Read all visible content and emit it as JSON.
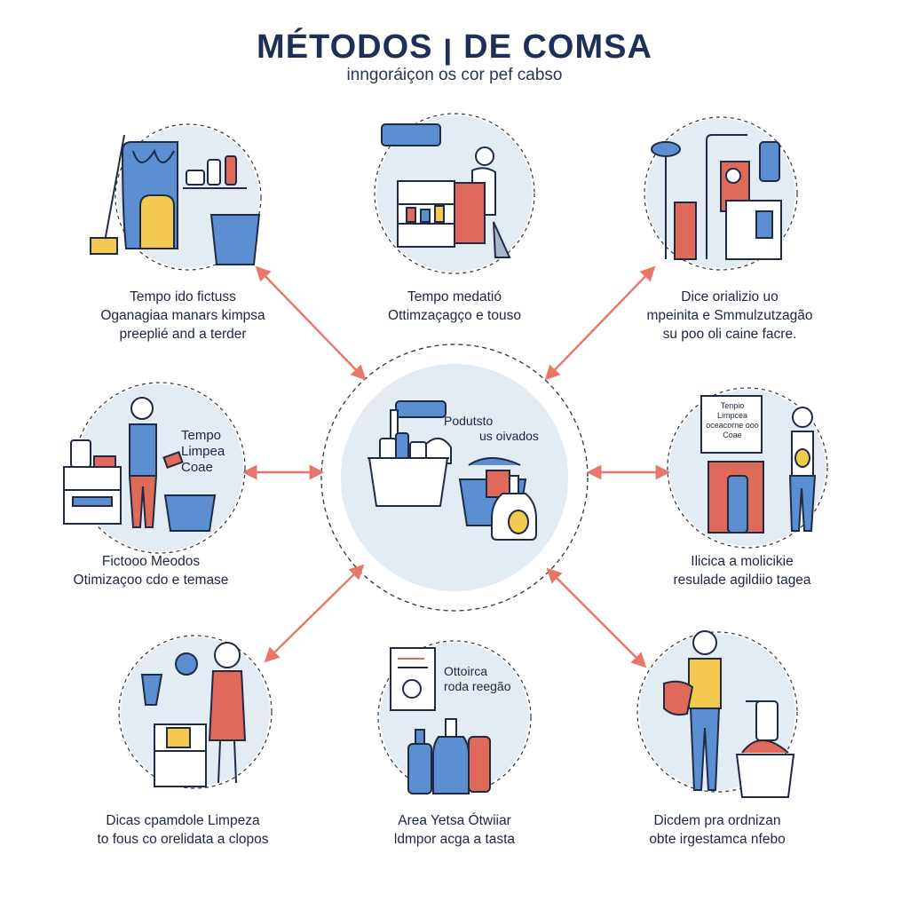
{
  "header": {
    "title": "MÉTODOS ꞁ DE COMSA",
    "subtitle": "inngoráiçon os cor pef cabso"
  },
  "center": {
    "label_1": "Podutsto",
    "label_2": "us oivados"
  },
  "nodes": [
    {
      "id": "top-left",
      "lines": [
        "Tempo  ido fictuss",
        "Oganagiaa manars kimpsa",
        "preeplié and a terder"
      ]
    },
    {
      "id": "top-center",
      "lines": [
        "Tempo medatió",
        "Ottimzaçagço e touso"
      ]
    },
    {
      "id": "top-right",
      "lines": [
        "Dice orializio uo",
        "mpeinita e Smmulzutzagão",
        "su poo oli caine facre."
      ]
    },
    {
      "id": "middle-left",
      "lines": [
        "Fictooo Meodos",
        "Otimizaçoo cdo e temase"
      ],
      "inner": [
        "Tempo",
        "Limpea",
        "Coae"
      ]
    },
    {
      "id": "middle-right",
      "lines": [
        "Ilicica a molicikie",
        "resulade agildiio tagea"
      ],
      "inner": [
        "Tenpio",
        "Limpcea",
        "oceacorne ooo",
        "Coae"
      ]
    },
    {
      "id": "bottom-left",
      "lines": [
        "Dicas cpamdole Limpeza",
        "to fous co orelidata a clopos"
      ]
    },
    {
      "id": "bottom-center",
      "lines": [
        "Area Yetsa Ótwiiar",
        "ldmpor acga a tasta"
      ],
      "inner": [
        "Ottoirca",
        "roda reegão"
      ]
    },
    {
      "id": "bottom-right",
      "lines": [
        "Dicdem pra ordnizan",
        "obte irgestamca nfebo"
      ]
    }
  ],
  "colors": {
    "circle_fill": "#e3ebf3",
    "arrow": "#e8766a",
    "blue": "#5b8fd1",
    "red": "#e06a5a",
    "yellow": "#f3c94f",
    "outline": "#1f2a44"
  }
}
